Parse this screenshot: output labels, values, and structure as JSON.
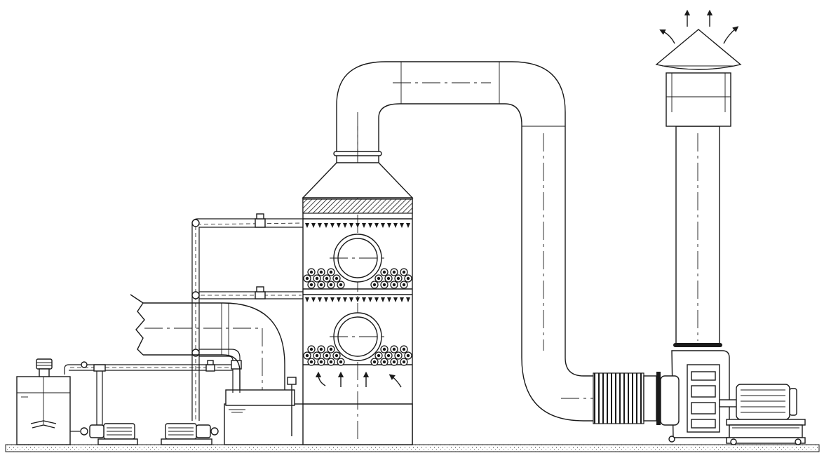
{
  "diagram": {
    "components": [
      {
        "id": "dosing-tank",
        "label": ""
      },
      {
        "id": "agitator-motor",
        "label": ""
      },
      {
        "id": "circulation-pump-1",
        "label": ""
      },
      {
        "id": "circulation-pump-2",
        "label": ""
      },
      {
        "id": "water-tank",
        "label": ""
      },
      {
        "id": "inlet-duct",
        "label": ""
      },
      {
        "id": "spray-tower",
        "label": ""
      },
      {
        "id": "demister",
        "label": ""
      },
      {
        "id": "spray-nozzles-upper",
        "label": ""
      },
      {
        "id": "spray-nozzles-lower",
        "label": ""
      },
      {
        "id": "inspection-port-upper",
        "label": ""
      },
      {
        "id": "inspection-port-lower",
        "label": ""
      },
      {
        "id": "packing-media",
        "label": ""
      },
      {
        "id": "connecting-duct",
        "label": ""
      },
      {
        "id": "flexible-connector",
        "label": ""
      },
      {
        "id": "centrifugal-fan",
        "label": ""
      },
      {
        "id": "fan-motor",
        "label": ""
      },
      {
        "id": "exhaust-stack",
        "label": ""
      },
      {
        "id": "rain-cap",
        "label": ""
      }
    ],
    "flow": [
      "inlet-duct",
      "spray-tower",
      "connecting-duct",
      "flexible-connector",
      "centrifugal-fan",
      "exhaust-stack"
    ]
  }
}
